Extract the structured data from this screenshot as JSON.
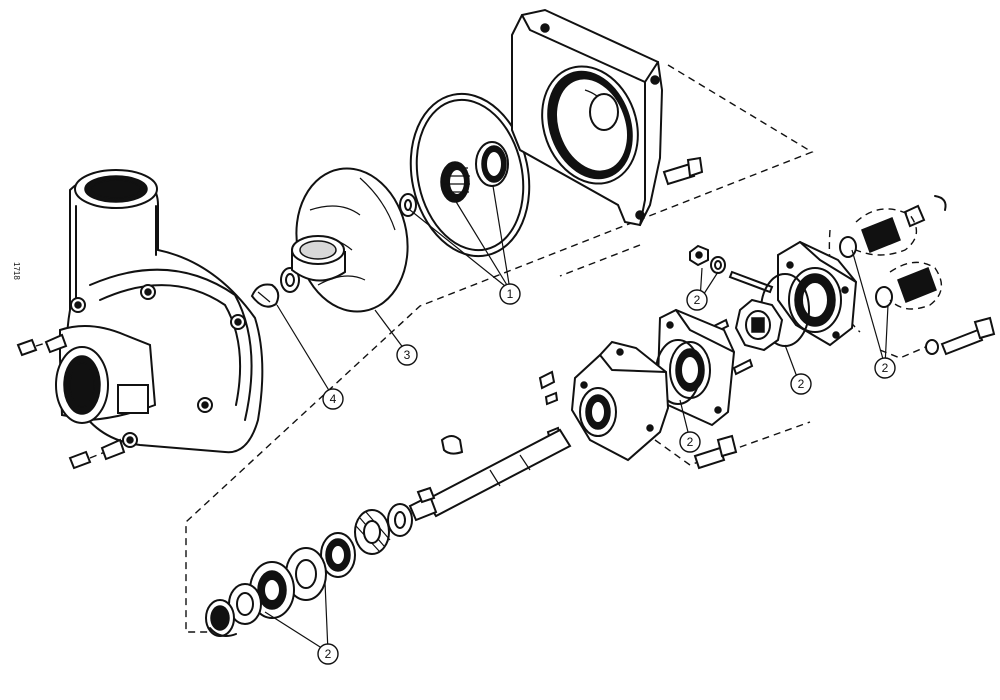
{
  "figure": {
    "figure_number": "1718"
  },
  "callouts": [
    {
      "id": "callout-1",
      "label": "1"
    },
    {
      "id": "callout-2-a",
      "label": "2"
    },
    {
      "id": "callout-2-b",
      "label": "2"
    },
    {
      "id": "callout-2-c",
      "label": "2"
    },
    {
      "id": "callout-2-d",
      "label": "2"
    },
    {
      "id": "callout-2-e",
      "label": "2"
    },
    {
      "id": "callout-3",
      "label": "3"
    },
    {
      "id": "callout-4",
      "label": "4"
    }
  ]
}
